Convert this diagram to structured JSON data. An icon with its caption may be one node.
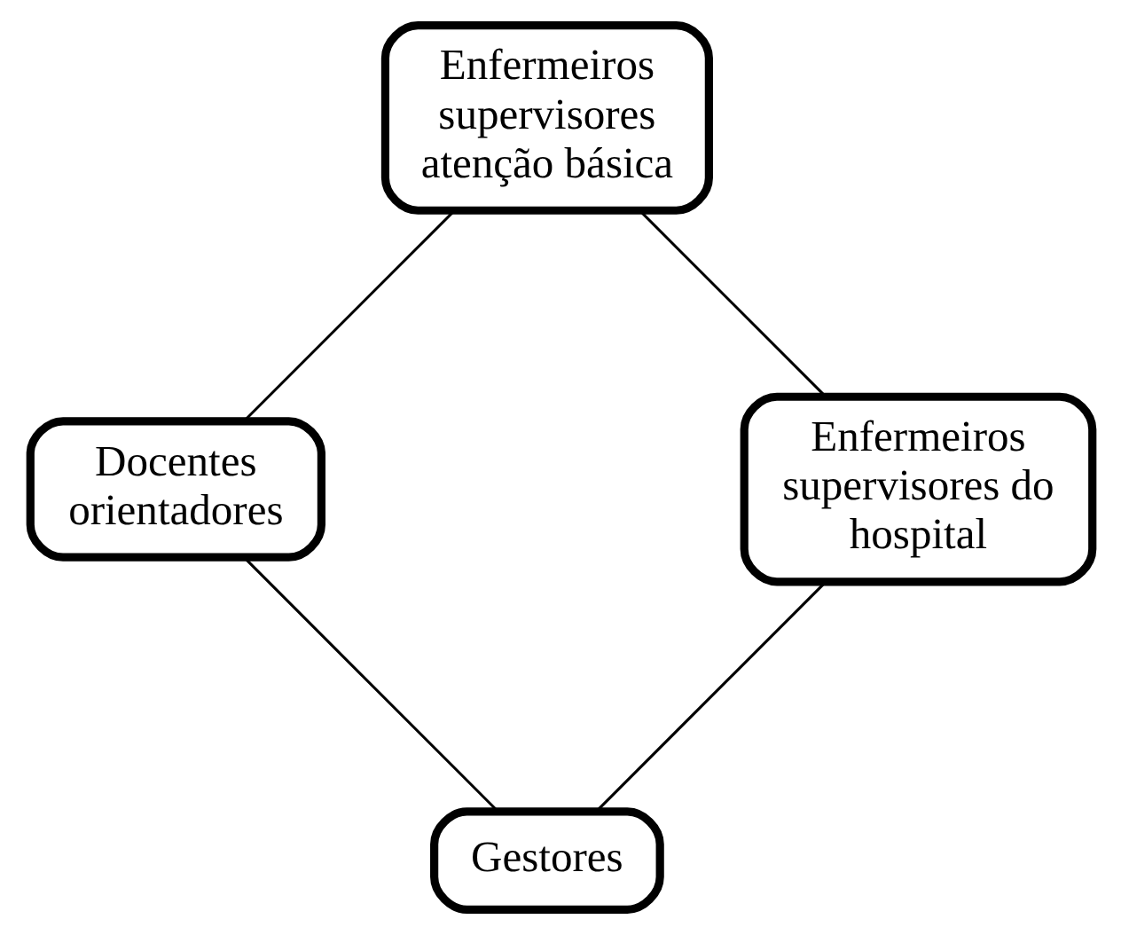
{
  "diagram": {
    "nodes": [
      {
        "text": [
          "Gestores"
        ]
      },
      {
        "text": [
          "Docentes orientadores"
        ]
      },
      {
        "text": [
          "Enfermeiros supervisores atenção básica"
        ]
      },
      {
        "text": [
          "Enfermeiros supervisores do hospital"
        ]
      }
    ],
    "edges": [
      {
        "from": 0,
        "to": 1,
        "arrow": "none"
      },
      {
        "from": 1,
        "to": 2,
        "arrow": "none"
      },
      {
        "from": 2,
        "to": 3,
        "arrow": "none"
      },
      {
        "from": 3,
        "to": 0,
        "arrow": "none"
      }
    ]
  }
}
